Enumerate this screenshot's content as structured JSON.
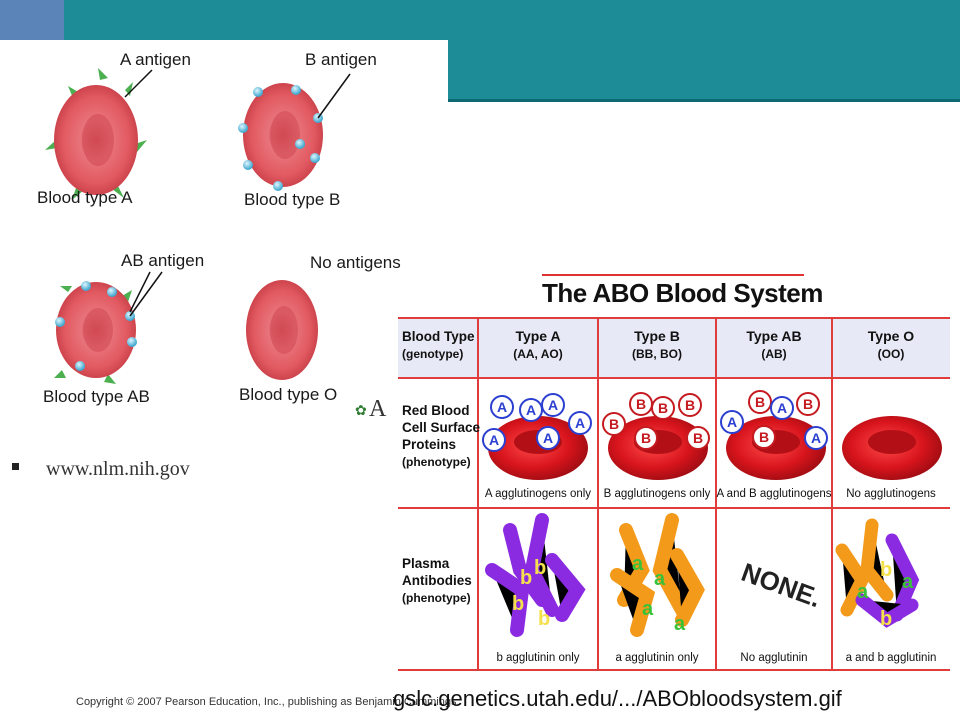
{
  "antigen_figure": {
    "a_antigen": "A antigen",
    "b_antigen": "B antigen",
    "ab_antigen": "AB antigen",
    "no_antigens": "No antigens",
    "type_a": "Blood type A",
    "type_b": "Blood type B",
    "type_ab": "Blood type AB",
    "type_o": "Blood type O"
  },
  "bullet": {
    "text": "www.nlm.nih.gov"
  },
  "leaf_text": "A",
  "abo_table": {
    "title": "The ABO Blood System",
    "row_header": {
      "label": "Blood Type",
      "sub": "(genotype)"
    },
    "columns": [
      {
        "name": "Type A",
        "genotype": "(AA, AO)",
        "cell_caption": "A agglutinogens only",
        "plasma_caption": "b agglutinin only"
      },
      {
        "name": "Type B",
        "genotype": "(BB, BO)",
        "cell_caption": "B agglutinogens only",
        "plasma_caption": "a agglutinin only"
      },
      {
        "name": "Type AB",
        "genotype": "(AB)",
        "cell_caption": "A and B agglutinogens",
        "plasma_caption": "No agglutinin"
      },
      {
        "name": "Type O",
        "genotype": "(OO)",
        "cell_caption": "No agglutinogens",
        "plasma_caption": "a and b agglutinin"
      }
    ],
    "rows": [
      {
        "line1": "Red Blood",
        "line2": "Cell Surface",
        "line3": "Proteins",
        "sub": "(phenotype)"
      },
      {
        "line1": "Plasma",
        "line2": "Antibodies",
        "sub": "(phenotype)"
      }
    ],
    "none_text": "NONE."
  },
  "footer": {
    "copyright": "Copyright © 2007 Pearson Education, Inc., publishing as Benjamin Cummings.",
    "source": "gslc.genetics.utah.edu/.../ABObloodsystem.gif"
  },
  "colors": {
    "header_teal": "#1e8c96",
    "header_blue": "#5b84b8",
    "table_red": "#e03c3c",
    "cell_red": "#d8141c"
  }
}
